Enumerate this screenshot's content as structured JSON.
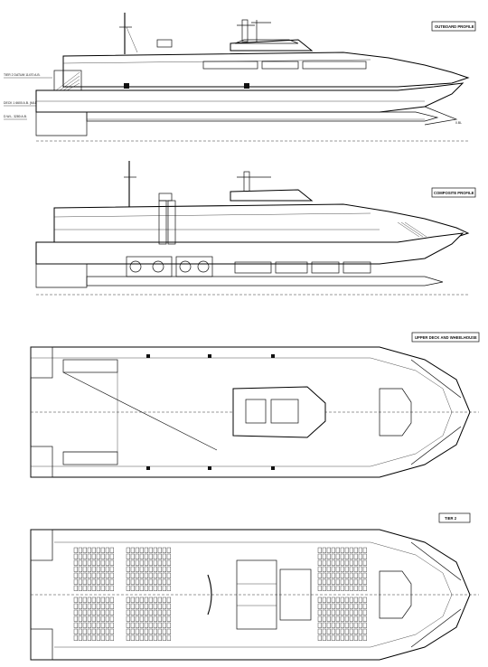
{
  "views": {
    "outboard_profile": {
      "title": "OUTBOARD PROFILE",
      "levels": {
        "tier2": "TIER 2 DATUM 11470 A.B.",
        "deck1": "DECK 1 6600 A.B. (MLD)",
        "dwl": "D.W.L. 3280 A.B."
      },
      "end_mark": "0.BL"
    },
    "composite_profile": {
      "title": "COMPOSITE PROFILE"
    },
    "upper_deck": {
      "title": "UPPER DECK AND WHEELHOUSE"
    },
    "tier2": {
      "title": "TIER 2"
    }
  }
}
